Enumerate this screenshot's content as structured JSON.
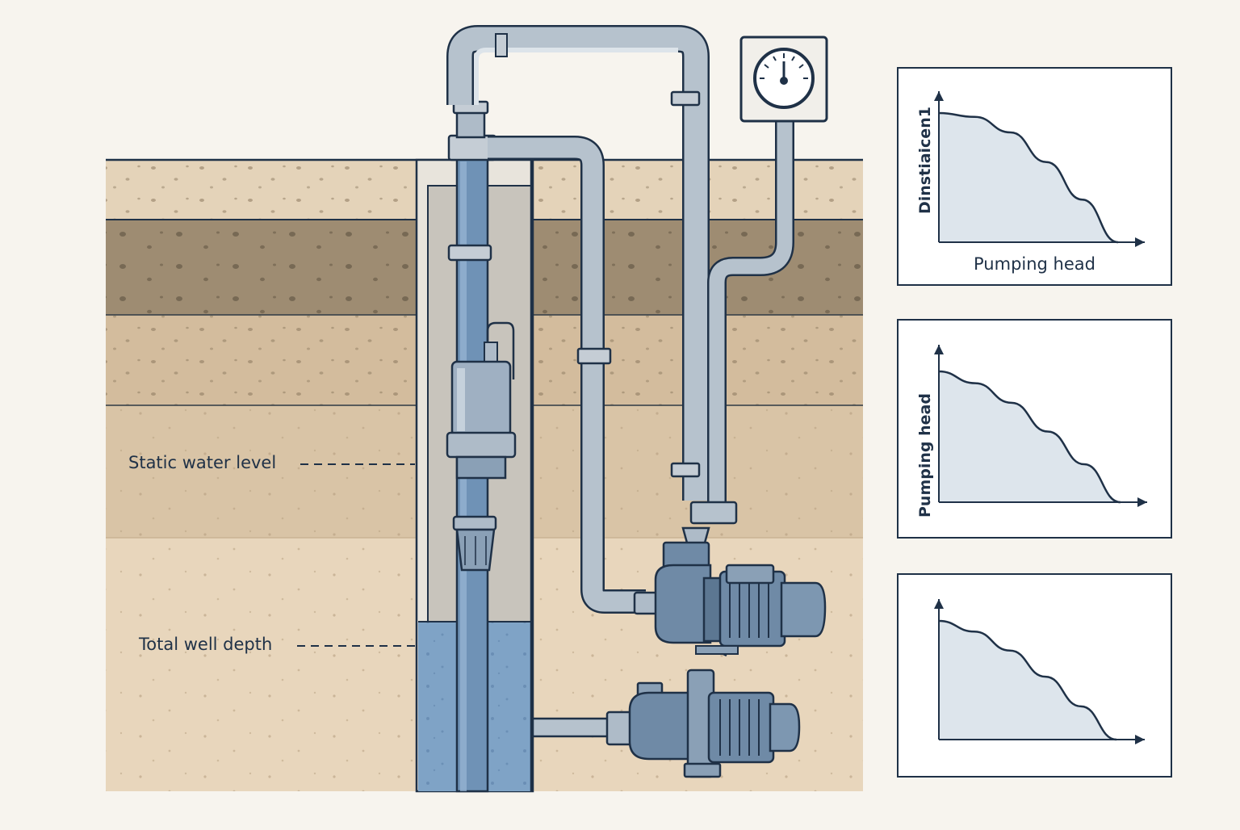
{
  "diagram": {
    "labels": {
      "static_water_level": "Static water level",
      "total_well_depth": "Total well depth"
    },
    "colors": {
      "background": "#f7f4ee",
      "topsoil": "#e4d3b9",
      "dark_soil": "#9e8c72",
      "mid_soil": "#d3bc9d",
      "sand": "#e8d6bc",
      "casing": "#c8c4bc",
      "water": "#7fa3c6",
      "pipe": "#aebbc8",
      "pump": "#6f8aa6",
      "outline": "#1f3147"
    },
    "icons": {
      "gauge": "pressure-gauge-icon",
      "submersible_pump": "submersible-pump-icon",
      "surface_pump": "centrifugal-pump-icon"
    }
  },
  "charts": [
    {
      "ylabel": "Dinstiaicen1",
      "xlabel": "Pumping head"
    },
    {
      "ylabel": "Pumping head",
      "xlabel": ""
    },
    {
      "ylabel": "",
      "xlabel": ""
    }
  ],
  "chart_data": [
    {
      "type": "area",
      "title": "",
      "xlabel": "Pumping head",
      "ylabel": "Dinstiaicen1",
      "x": [
        0,
        0.2,
        0.4,
        0.6,
        0.8,
        1.0
      ],
      "y": [
        1.0,
        0.97,
        0.85,
        0.62,
        0.33,
        0.0
      ]
    },
    {
      "type": "area",
      "title": "",
      "xlabel": "",
      "ylabel": "Pumping head",
      "x": [
        0,
        0.2,
        0.4,
        0.6,
        0.8,
        1.0
      ],
      "y": [
        1.0,
        0.91,
        0.76,
        0.54,
        0.29,
        0.0
      ]
    },
    {
      "type": "area",
      "title": "",
      "xlabel": "",
      "ylabel": "",
      "x": [
        0,
        0.2,
        0.4,
        0.6,
        0.8,
        1.0
      ],
      "y": [
        1.0,
        0.91,
        0.75,
        0.53,
        0.28,
        0.0
      ]
    }
  ]
}
